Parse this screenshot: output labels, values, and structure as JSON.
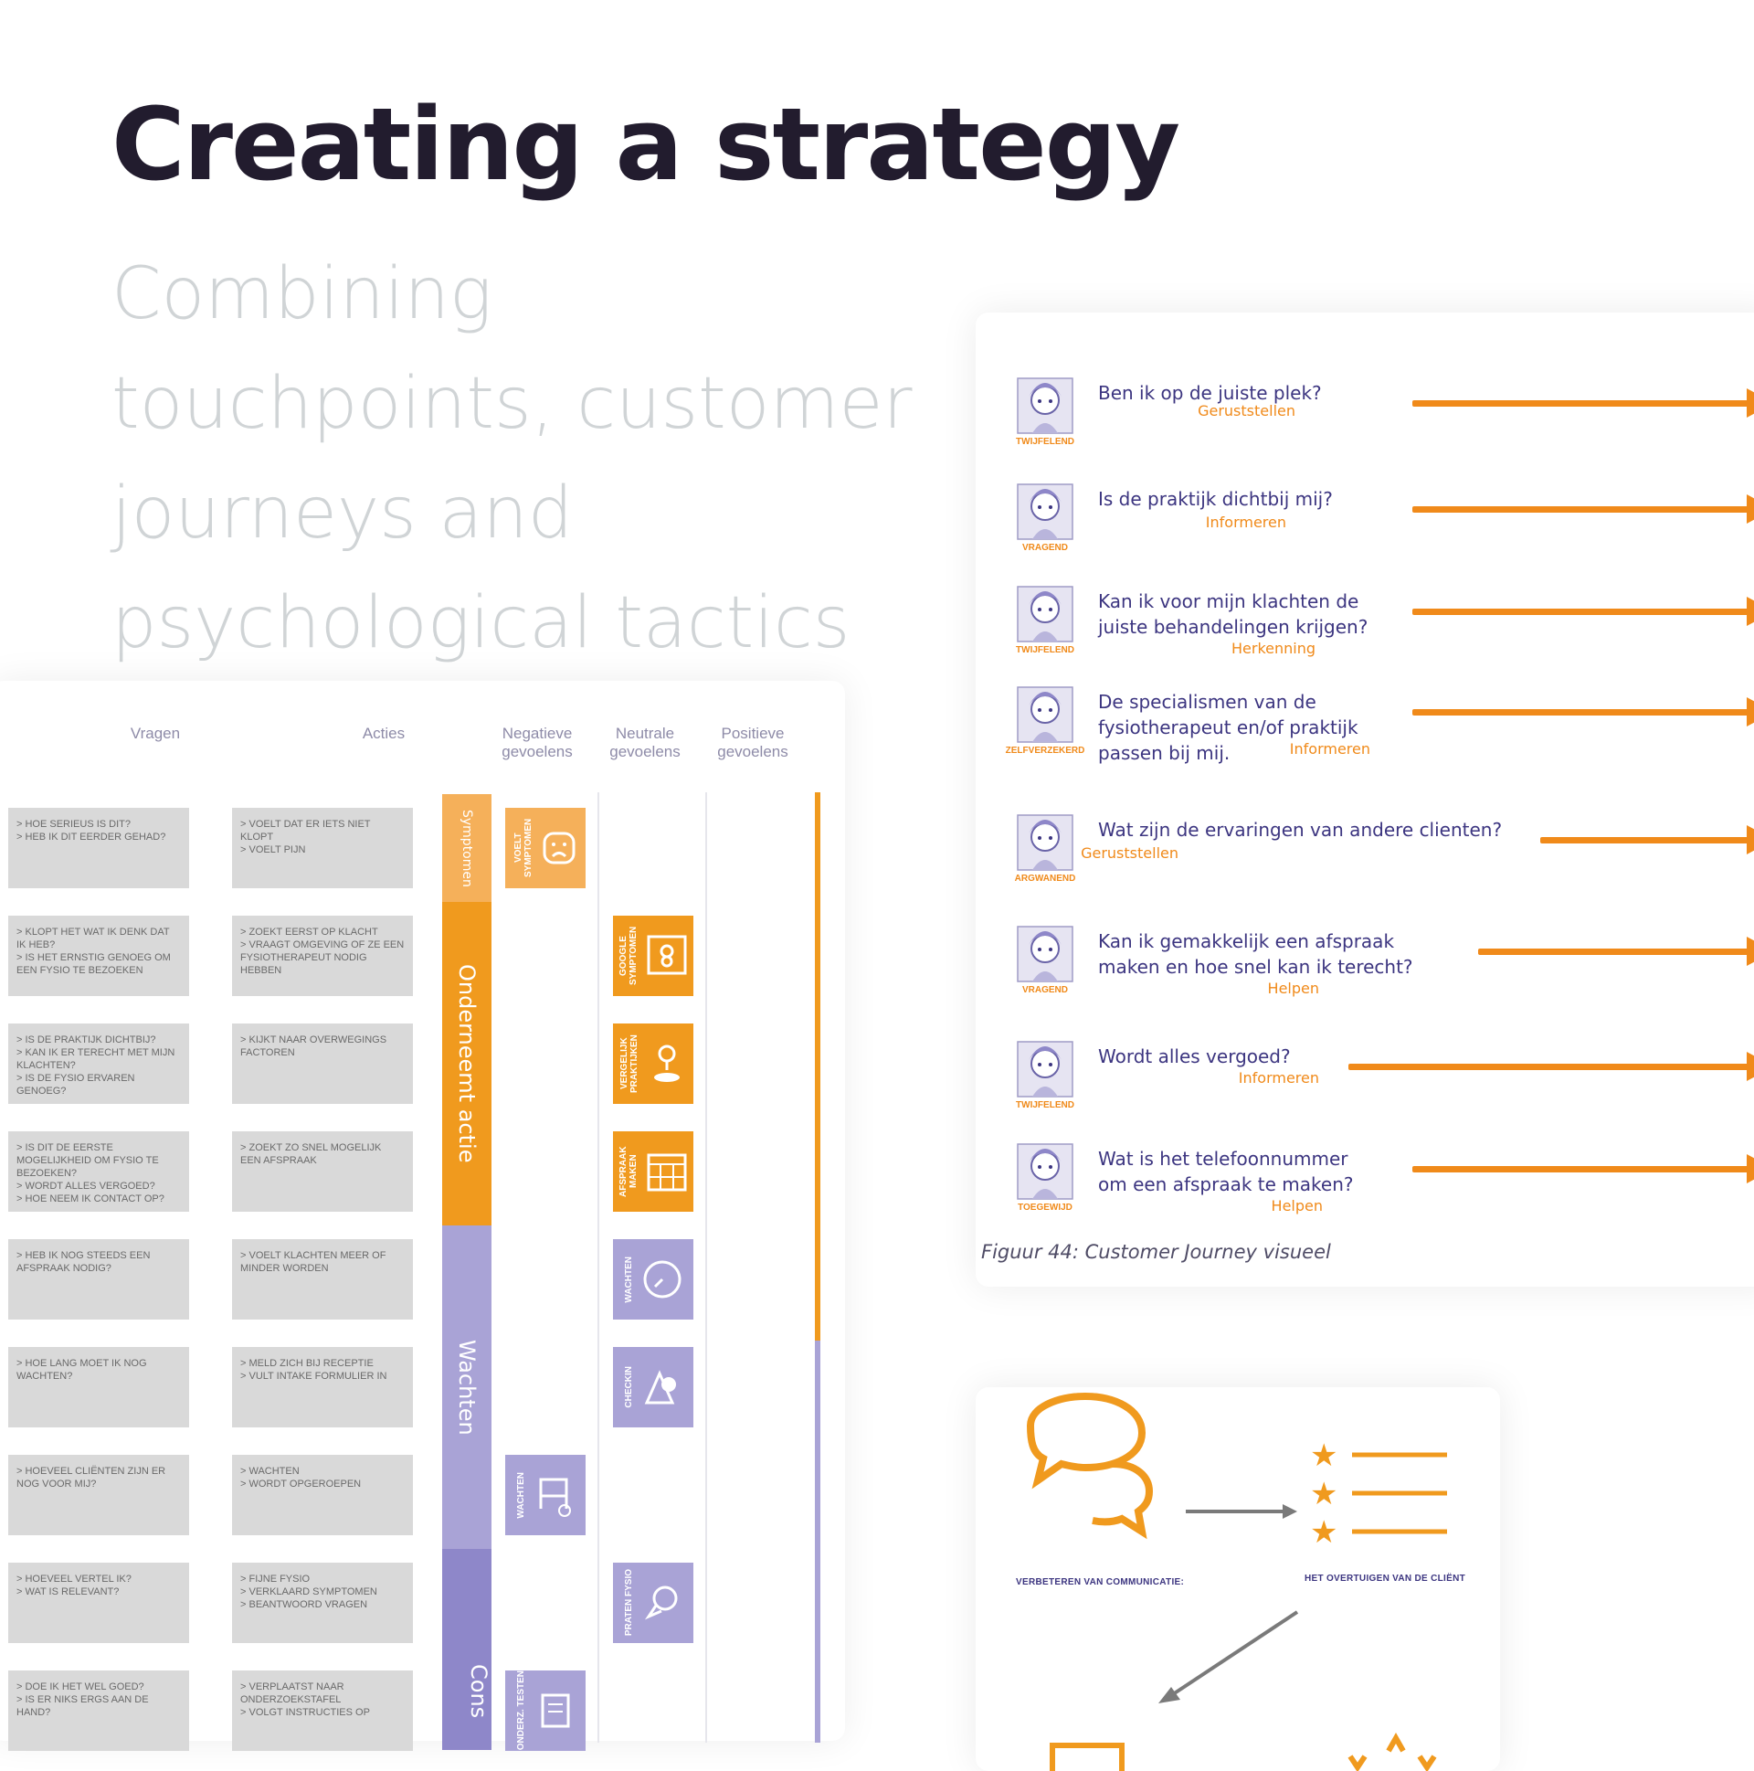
{
  "title": "Creating a strategy",
  "subtitle": "Combining touchpoints, customer journeys and psychological tactics",
  "journey": {
    "headers": {
      "vragen": "Vragen",
      "acties": "Acties",
      "negatief": "Negatieve\ngevoelens",
      "neutraal": "Neutrale\ngevoelens",
      "positief": "Positieve\ngevoelens"
    },
    "rows": [
      {
        "vraag": "> Hoe serieus is dit?\n> Heb ik dit eerder gehad?",
        "actie": "> Voelt dat er iets niet klopt\n> Voelt pijn"
      },
      {
        "vraag": "> Klopt het wat ik denk dat ik heb?\n> Is het ernstig genoeg om een fysio te bezoeken",
        "actie": "> Zoekt eerst op klacht\n> Vraagt omgeving of ze een fysiotherapeut nodig hebben"
      },
      {
        "vraag": "> Is de praktijk dichtbij?\n> Kan ik er terecht met mijn klachten?\n> Is de fysio ervaren genoeg?",
        "actie": "> Kijkt naar overwegings factoren"
      },
      {
        "vraag": "> Is dit de eerste mogelijkheid om fysio te bezoeken?\n> Wordt alles vergoed?\n> Hoe neem ik contact op?",
        "actie": "> Zoekt zo snel mogelijk een afspraak"
      },
      {
        "vraag": "> Heb ik nog steeds een afspraak nodig?",
        "actie": "> Voelt klachten meer of minder worden"
      },
      {
        "vraag": "> Hoe lang moet ik nog wachten?",
        "actie": "> Meld zich bij receptie\n> Vult intake formulier in"
      },
      {
        "vraag": "> Hoeveel cliënten zijn er nog voor mij?",
        "actie": "> Wachten\n> Wordt opgeroepen"
      },
      {
        "vraag": "> Hoeveel vertel ik?\n> Wat is relevant?",
        "actie": "> Fijne fysio\n> Verklaard symptomen\n> Beantwoord vragen"
      },
      {
        "vraag": "> Doe ik het wel goed?\n> Is er niks ergs aan de hand?",
        "actie": "> Verplaatst naar onderzoekstafel\n> Volgt instructies op"
      }
    ],
    "phases": [
      {
        "label": "Symptomen",
        "color": "#f5b05a"
      },
      {
        "label": "Onderneemt actie",
        "color": "#f09a1e"
      },
      {
        "label": "Wachten",
        "color": "#a9a3d6"
      },
      {
        "label": "Cons",
        "color": "#8e87c9"
      }
    ],
    "feelings": [
      {
        "label": "Voelt symptomen",
        "icon": "sad-face-icon"
      },
      {
        "label": "Google symptomen",
        "icon": "search-screen-icon"
      },
      {
        "label": "Vergelijk praktijken",
        "icon": "person-location-icon"
      },
      {
        "label": "Afspraak maken",
        "icon": "calendar-icon"
      },
      {
        "label": "Wachten",
        "icon": "clock-icon"
      },
      {
        "label": "Checkin",
        "icon": "map-pin-icon"
      },
      {
        "label": "Wachten",
        "icon": "waiting-chair-icon"
      },
      {
        "label": "Praten fysio",
        "icon": "chat-bubble-icon"
      },
      {
        "label": "Onderz. testen",
        "icon": "clipboard-icon"
      }
    ],
    "colors": {
      "orange": "#f09a1e",
      "purple": "#a9a3d6"
    }
  },
  "personas": [
    {
      "mood": "Twijfelend",
      "question": "Ben ik op de juiste plek?",
      "tactic": "Geruststellen"
    },
    {
      "mood": "Vragend",
      "question": "Is de praktijk dichtbij mij?",
      "tactic": "Informeren"
    },
    {
      "mood": "Twijfelend",
      "question": "Kan ik voor mijn klachten de\njuiste behandelingen krijgen?",
      "tactic": "Herkenning"
    },
    {
      "mood": "Zelfverzekerd",
      "question": "De specialismen van de\nfysiotherapeut en/of praktijk\npassen bij mij.",
      "tactic": "Informeren"
    },
    {
      "mood": "Argwanend",
      "question": "Wat zijn de ervaringen van andere clienten?",
      "tactic": "Geruststellen"
    },
    {
      "mood": "Vragend",
      "question": "Kan ik gemakkelijk een afspraak\nmaken en hoe snel kan ik terecht?",
      "tactic": "Helpen"
    },
    {
      "mood": "Twijfelend",
      "question": "Wordt alles vergoed?",
      "tactic": "Informeren"
    },
    {
      "mood": "Toegewijd",
      "question": "Wat is het telefoonnummer\nom een afspraak te maken?",
      "tactic": "Helpen"
    }
  ],
  "caption": "Figuur 44: Customer Journey visueel",
  "communication": {
    "left_label": "Verbeteren van communicatie:",
    "right_label": "Het overtuigen van de cliënt"
  }
}
